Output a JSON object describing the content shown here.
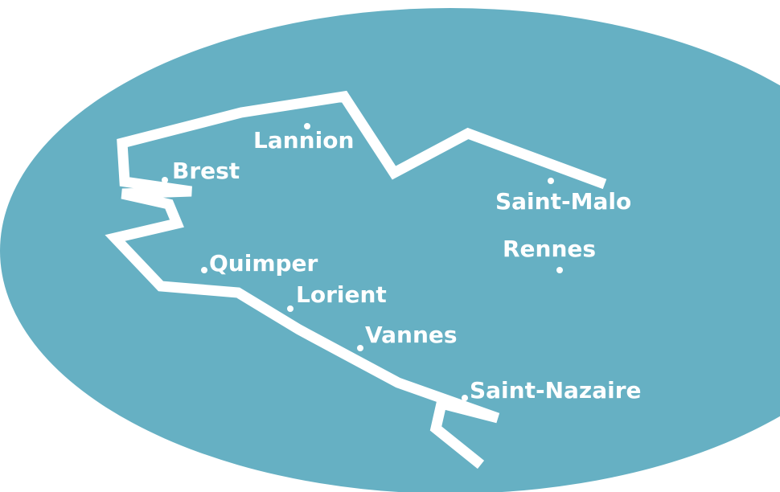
{
  "map": {
    "colors": {
      "region_fill": "#66b0c3",
      "outline": "#ffffff",
      "labels": "#ffffff",
      "background": "#ffffff"
    },
    "cities": [
      {
        "id": "lannion",
        "name": "Lannion"
      },
      {
        "id": "brest",
        "name": "Brest"
      },
      {
        "id": "saint-malo",
        "name": "Saint-Malo"
      },
      {
        "id": "rennes",
        "name": "Rennes"
      },
      {
        "id": "quimper",
        "name": "Quimper"
      },
      {
        "id": "lorient",
        "name": "Lorient"
      },
      {
        "id": "vannes",
        "name": "Vannes"
      },
      {
        "id": "saint-nazaire",
        "name": "Saint-Nazaire"
      }
    ]
  }
}
